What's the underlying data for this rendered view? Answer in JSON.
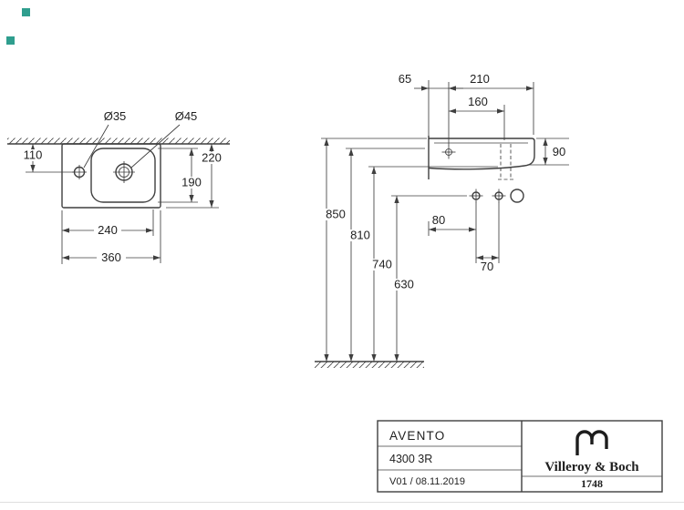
{
  "sheet": {
    "accent_marker_color": "#2f9e8e",
    "line_color": "#3f3f3f"
  },
  "top_view": {
    "label_hole_small": "Ø35",
    "label_hole_large": "Ø45",
    "dim_offset_back": "110",
    "dim_depth_total": "220",
    "dim_bowl_depth": "190",
    "dim_bowl_width": "240",
    "dim_width_total": "360"
  },
  "side_view": {
    "dim_tap_offset": "65",
    "dim_projection": "210",
    "dim_drain_offset": "160",
    "dim_front_height": "90",
    "dim_height_rim": "850",
    "dim_height_810": "810",
    "dim_height_740": "740",
    "dim_height_630": "630",
    "dim_conn_offset": "80",
    "dim_conn_spacing": "70"
  },
  "title_block": {
    "model_name": "AVENTO",
    "model_number": "4300 3R",
    "version_date": "V01 / 08.11.2019",
    "brand_name": "Villeroy & Boch",
    "brand_year": "1748"
  }
}
